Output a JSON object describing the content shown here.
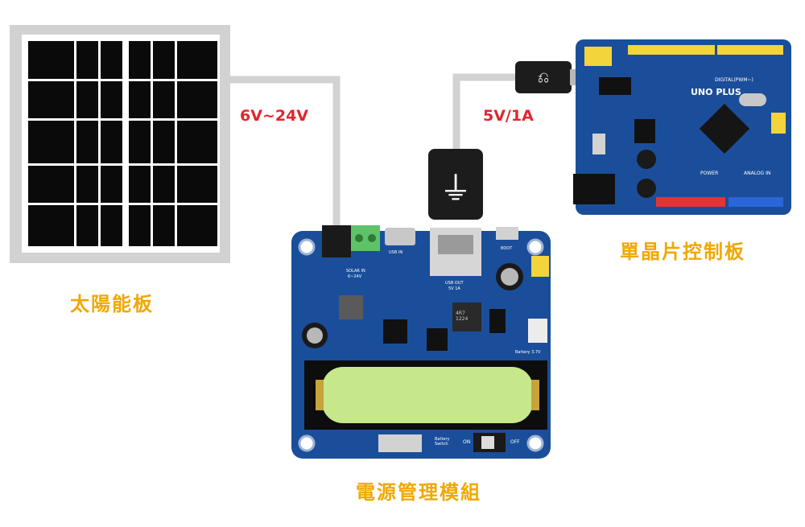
{
  "labels": {
    "solar_panel": "太陽能板",
    "power_module": "電源管理模組",
    "mcu_board": "單晶片控制板",
    "solar_voltage": "6V~24V",
    "usb_output": "5V/1A"
  },
  "board_text": {
    "solar_in": "SOLAR IN",
    "solar_range": "6~24V",
    "usb_in": "USB IN",
    "usb_out": "USB OUT",
    "usb_out_rating": "5V 1A",
    "boot": "BOOT",
    "on": "ON",
    "off": "OFF",
    "battery": "Battery 3.7V",
    "battery_switch": "Battery Switch",
    "digital": "DIGITAL(PWM~)",
    "uno_plus": "UNO PLUS",
    "power": "POWER",
    "analog_in": "ANALOG IN",
    "inductor": "4R7 1224"
  },
  "colors": {
    "label_yellow": "#f0a800",
    "label_red": "#e2262d",
    "board_blue": "#1b4e9a",
    "cable_grey": "#cfcfcf",
    "battery_green": "#c6e88a"
  }
}
